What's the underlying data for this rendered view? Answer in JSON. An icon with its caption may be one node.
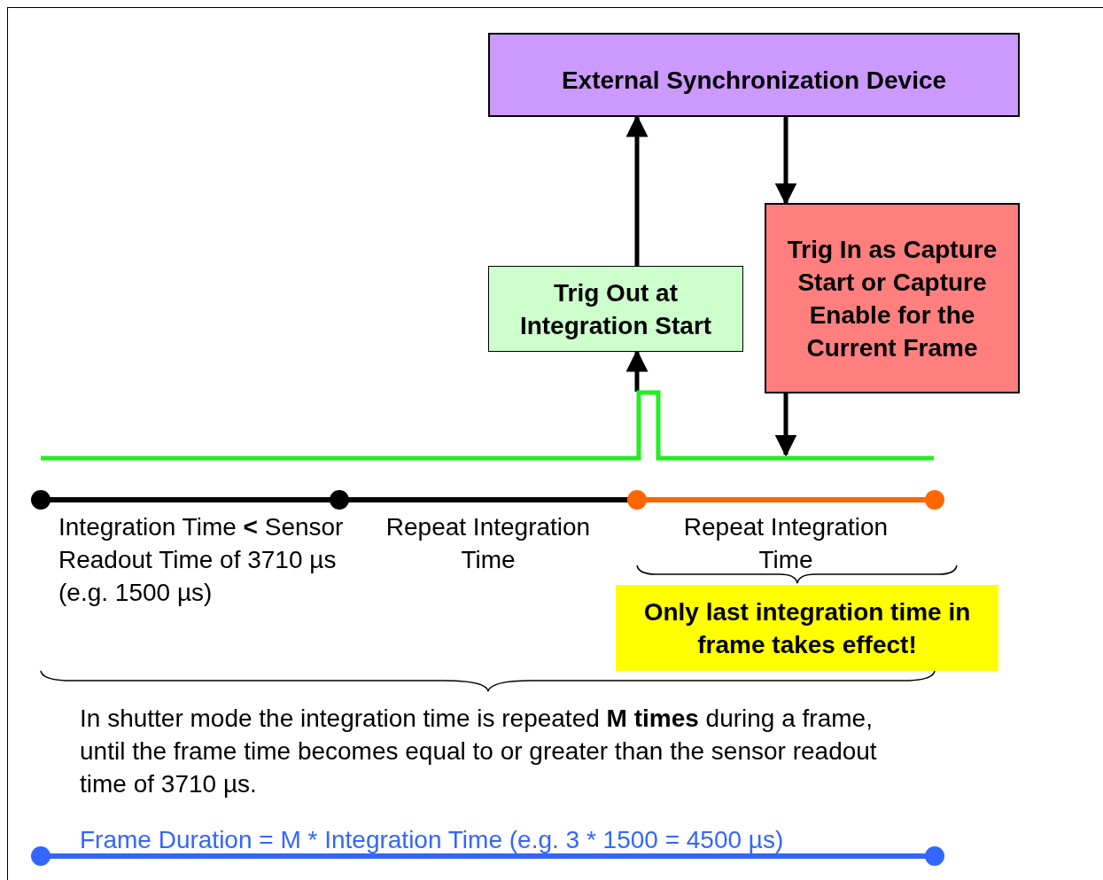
{
  "diagram": {
    "nodes": [
      {
        "text": [
          "External Synchronization Device"
        ]
      },
      {
        "text": [
          "Trig Out at Integration Start"
        ]
      },
      {
        "text": [
          "Trig In as Capture Start or Capture Enable for the Current Frame"
        ]
      },
      {
        "text": [],
        "shape": "waveform"
      },
      {
        "text": [
          "Only last integration time in frame takes effect!"
        ]
      }
    ],
    "edges": [
      {
        "from": 1,
        "to": 0,
        "arrow": "to"
      },
      {
        "from": 0,
        "to": 2,
        "arrow": "to"
      },
      {
        "from": 3,
        "to": 1,
        "arrow": "to"
      },
      {
        "from": 2,
        "to": 3,
        "arrow": "to"
      }
    ],
    "labels": [
      "Integration Time **<** Sensor Readout Time of 3710 µs (e.g. 1500 µs)",
      "Repeat Integration Time",
      "Repeat Integration Time",
      "In shutter mode the integration time is repeated **M times** during a frame, until the frame time becomes equal to or greater than the sensor readout time of 3710 µs.",
      "Frame Duration = M * Integration Time (e.g. 3 * 1500 = 4500 µs)"
    ]
  }
}
